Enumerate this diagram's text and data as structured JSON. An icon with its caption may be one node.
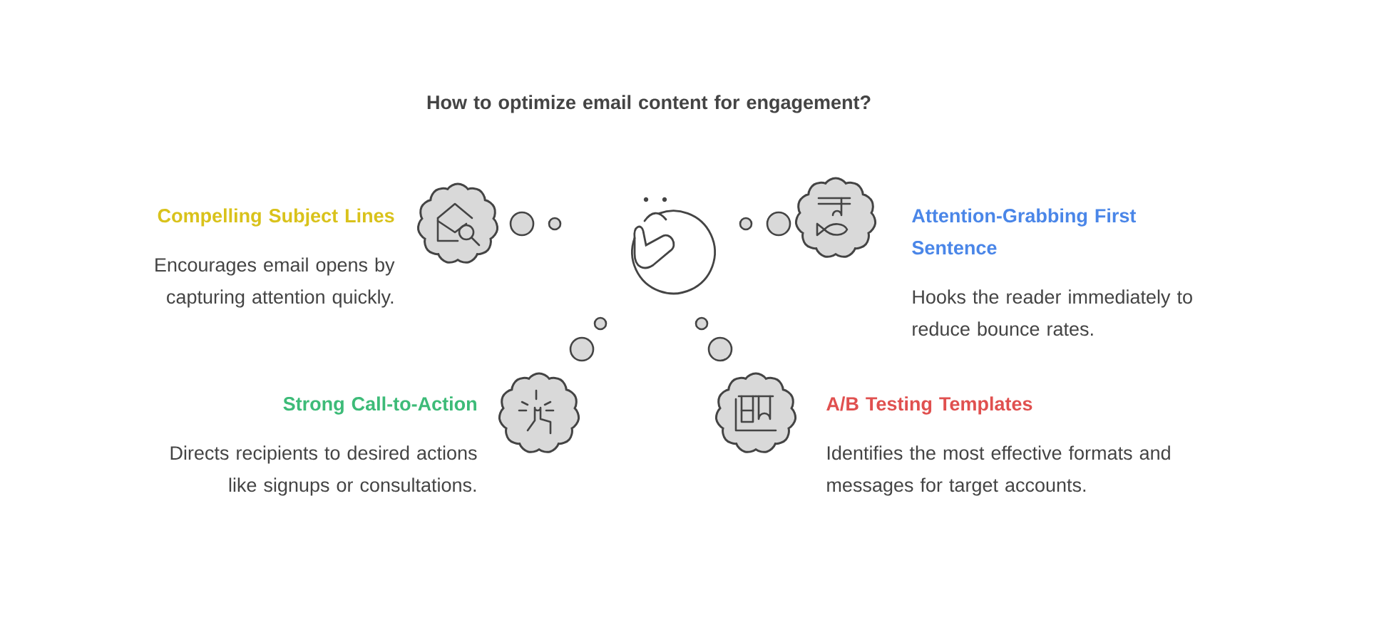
{
  "diagram": {
    "title": "How to optimize email content for engagement?",
    "nodes": [
      {
        "text": [
          "Compelling Subject Lines",
          "Encourages email opens by capturing attention quickly."
        ]
      },
      {
        "text": [
          "Attention-Grabbing First Sentence",
          "Hooks the reader immediately to reduce bounce rates."
        ]
      },
      {
        "text": [
          "Strong Call-to-Action",
          "Directs recipients to desired actions like signups or consultations."
        ]
      },
      {
        "text": [
          "A/B Testing Templates",
          "Identifies the most effective formats and messages for target accounts."
        ]
      }
    ]
  }
}
